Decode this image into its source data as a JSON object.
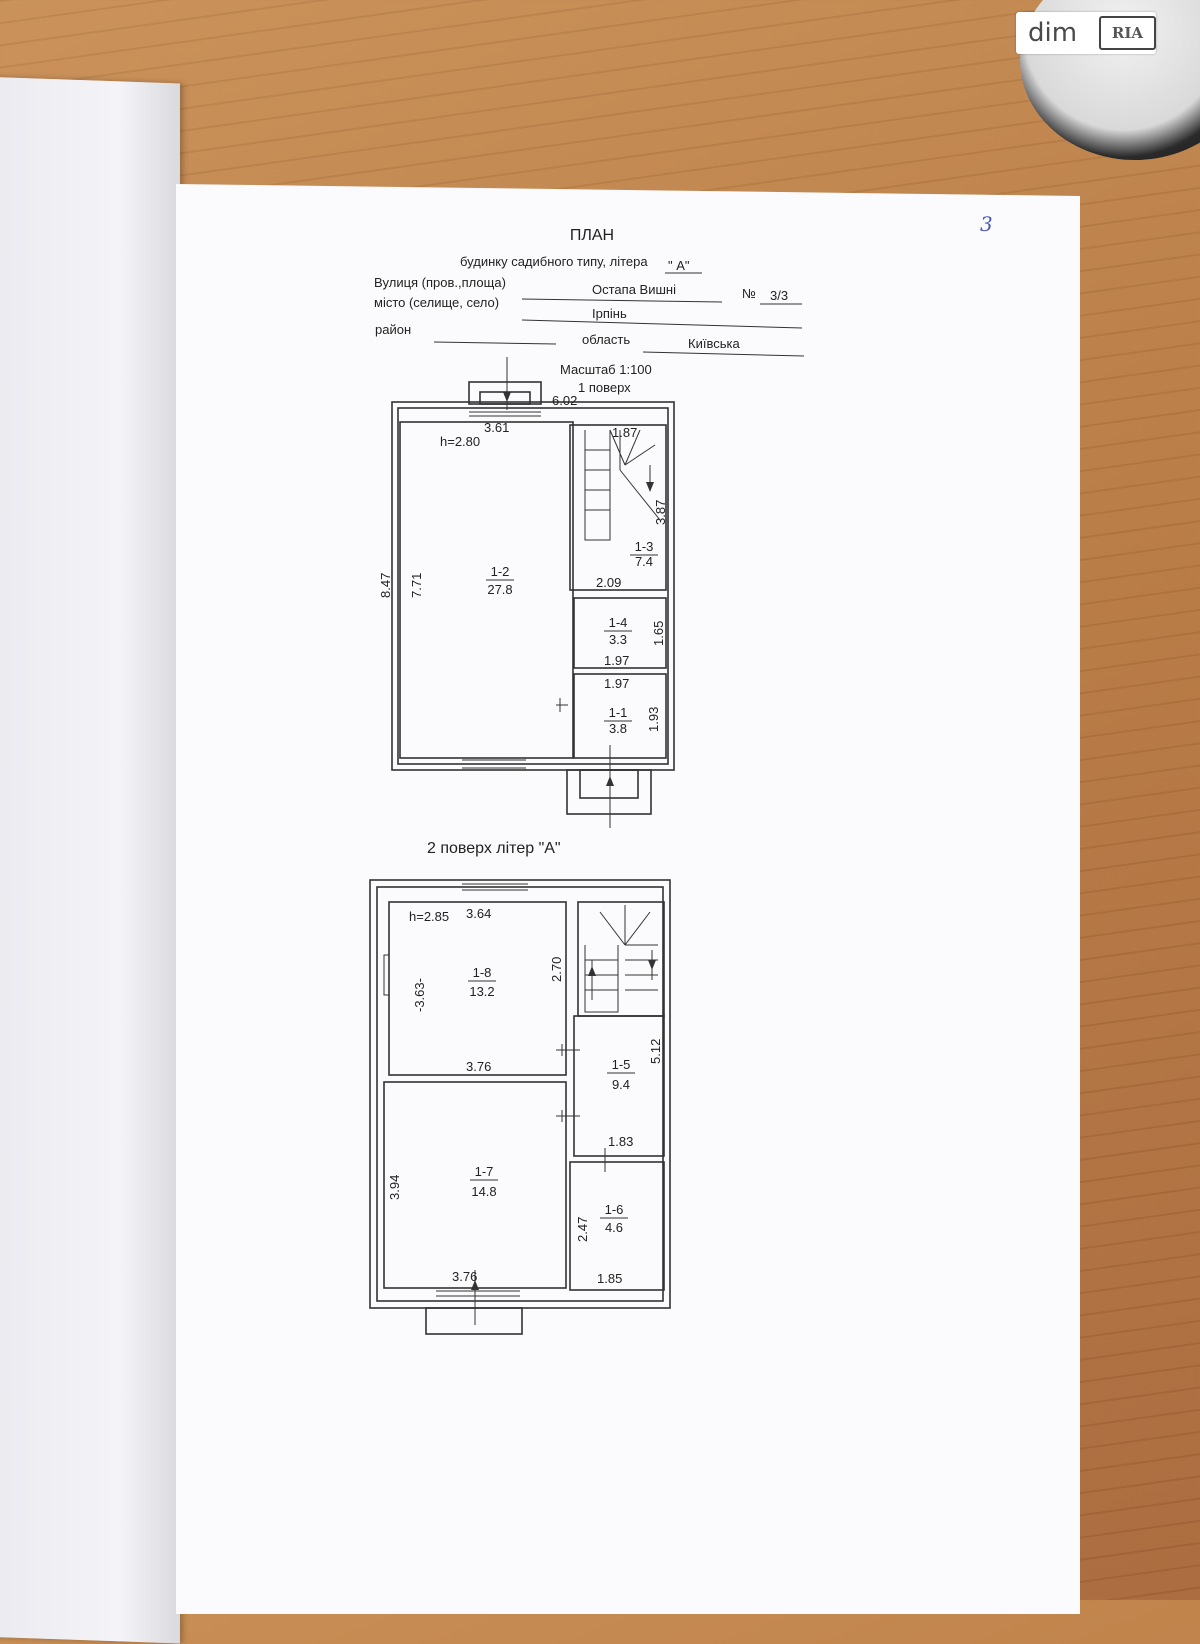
{
  "watermark": {
    "brand_dim": "dim",
    "brand_ria": "RIA"
  },
  "page_number": "3",
  "header": {
    "title": "ПЛАН",
    "subtitle": "будинку садибного типу, літера",
    "litera": "\" А\"",
    "street_label": "Вулиця (пров.,площа)",
    "street_value": "Остапа Вишні",
    "number_label": "№",
    "number_value": "3/3",
    "city_label": "місто (селище, село)",
    "city_value": "Ірпінь",
    "district_label": "район",
    "district_value": "",
    "region_label": "область",
    "region_value": "Київська",
    "scale": "Масштаб 1:100"
  },
  "floor1": {
    "title": "1 поверх",
    "height": "h=2.80",
    "dims": {
      "top_total": "6.02",
      "room12_width": "3.61",
      "stair_width": "1.87",
      "stair_length": "3.87",
      "outer_height": "8.47",
      "room12_height": "7.71",
      "room14_width": "2.09",
      "room14_height": "1.65",
      "room14_bottom": "1.97",
      "room11_width": "1.97",
      "room11_height": "1.93"
    },
    "rooms": [
      {
        "id": "1-2",
        "area": "27.8"
      },
      {
        "id": "1-3",
        "area": "7.4"
      },
      {
        "id": "1-4",
        "area": "3.3"
      },
      {
        "id": "1-1",
        "area": "3.8"
      }
    ]
  },
  "floor2": {
    "title": "2 поверх літер \"А\"",
    "height": "h=2.85",
    "dims": {
      "room18_width": "3.64",
      "room18_height": "-3.63-",
      "room18_right": "2.70",
      "room18_bottom": "3.76",
      "room15_height": "5.12",
      "room15_bottom": "1.83",
      "room17_height": "3.94",
      "room17_bottom": "3.76",
      "room16_height": "2.47",
      "room16_bottom": "1.85"
    },
    "rooms": [
      {
        "id": "1-8",
        "area": "13.2"
      },
      {
        "id": "1-5",
        "area": "9.4"
      },
      {
        "id": "1-7",
        "area": "14.8"
      },
      {
        "id": "1-6",
        "area": "4.6"
      }
    ]
  }
}
